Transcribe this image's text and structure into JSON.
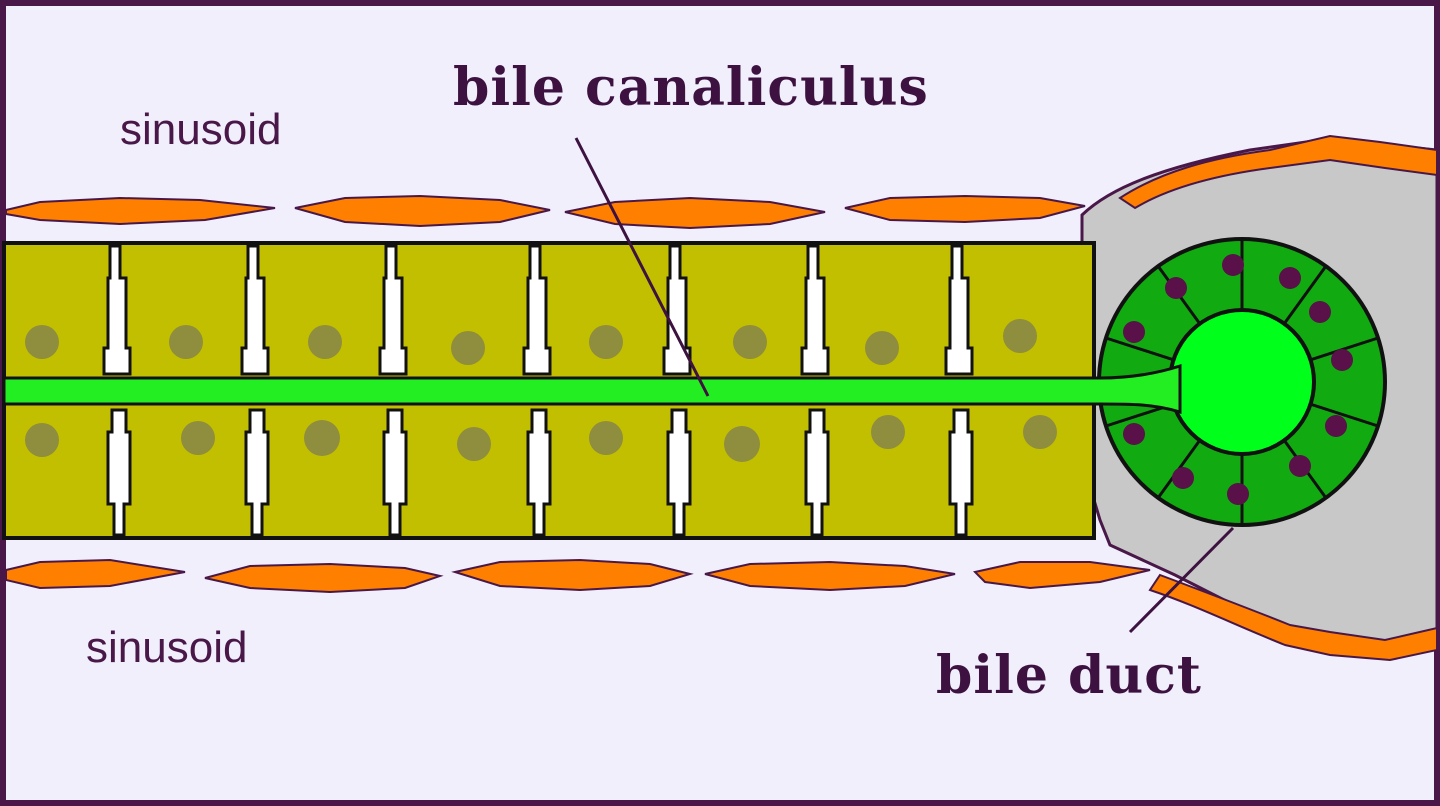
{
  "labels": {
    "bile_canaliculus": "bile canaliculus",
    "sinusoid_top": "sinusoid",
    "sinusoid_bottom": "sinusoid",
    "bile_duct": "bile duct"
  },
  "colors": {
    "background": "#f0effb",
    "frame": "#4a1848",
    "endothelium": "#ff8000",
    "hepatocyte": "#c2bf00",
    "nucleus": "#8f8d3e",
    "canaliculus": "#22ee22",
    "duct_lumen": "#00ff1a",
    "duct_cells": "#11aa11",
    "duct_nucleus": "#5a1048",
    "connective_tissue": "#c8c8c8",
    "label_text": "#3d1240"
  }
}
